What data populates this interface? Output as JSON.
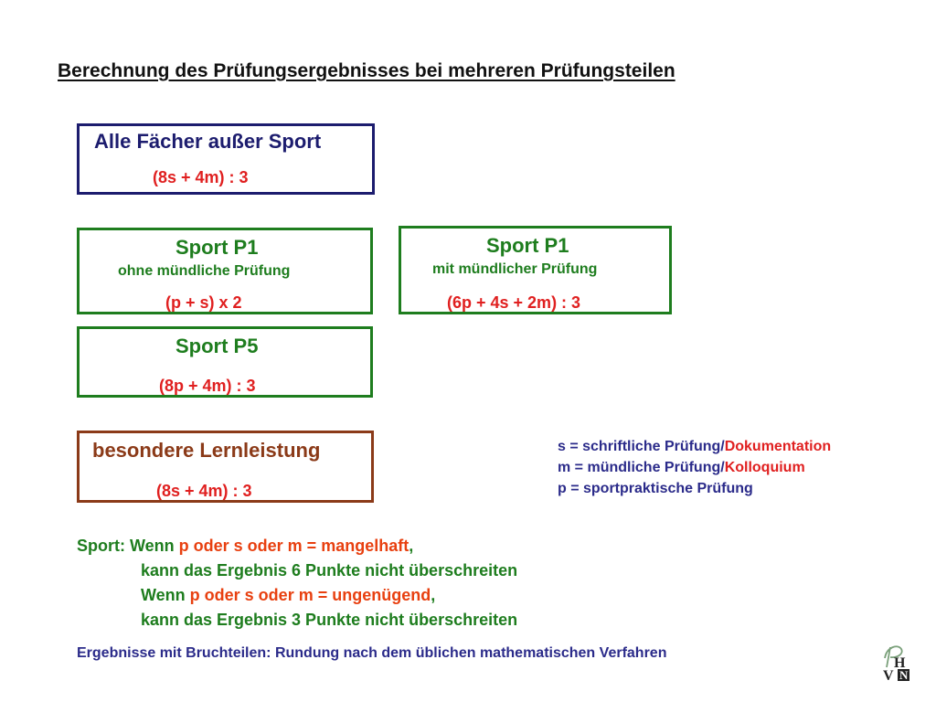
{
  "title": "Berechnung des Prüfungsergebnisses bei mehreren Prüfungsteilen",
  "boxes": {
    "alle": {
      "heading": "Alle Fächer außer Sport",
      "formula": "(8s + 4m) : 3"
    },
    "sport_p1_ohne": {
      "heading": "Sport P1",
      "sub": "ohne mündliche Prüfung",
      "formula": "(p + s) x 2"
    },
    "sport_p1_mit": {
      "heading": "Sport P1",
      "sub": "mit mündlicher Prüfung",
      "formula": "(6p + 4s + 2m) : 3"
    },
    "sport_p5": {
      "heading": "Sport P5",
      "formula": "(8p + 4m) : 3"
    },
    "lernleistung": {
      "heading": "besondere Lernleistung",
      "formula": "(8s + 4m) : 3"
    }
  },
  "legend": {
    "s_prefix": "s = schriftliche Prüfung/",
    "s_red": "Dokumentation",
    "m_prefix": "m = mündliche Prüfung/",
    "m_red": "Kolloquium",
    "p_line": "p = sportpraktische Prüfung"
  },
  "sport_note": {
    "label": "Sport: Wenn ",
    "cond1": "p oder s oder m = mangelhaft",
    "comma1": ",",
    "line2": "kann das Ergebnis 6 Punkte nicht überschreiten",
    "wenn": "Wenn ",
    "cond2": "p oder s oder m = ungenügend",
    "comma2": ",",
    "line4": "kann das Ergebnis 3 Punkte nicht überschreiten"
  },
  "rounding_note": "Ergebnisse mit Bruchteilen: Rundung nach dem üblichen mathematischen Verfahren",
  "colors": {
    "navy": "#1c1c6e",
    "green": "#1e7d1e",
    "brown": "#8b3a18",
    "red": "#e02020",
    "blue_text": "#2b2b8a"
  },
  "logo": {
    "icon": "logo-monogram-icon"
  }
}
